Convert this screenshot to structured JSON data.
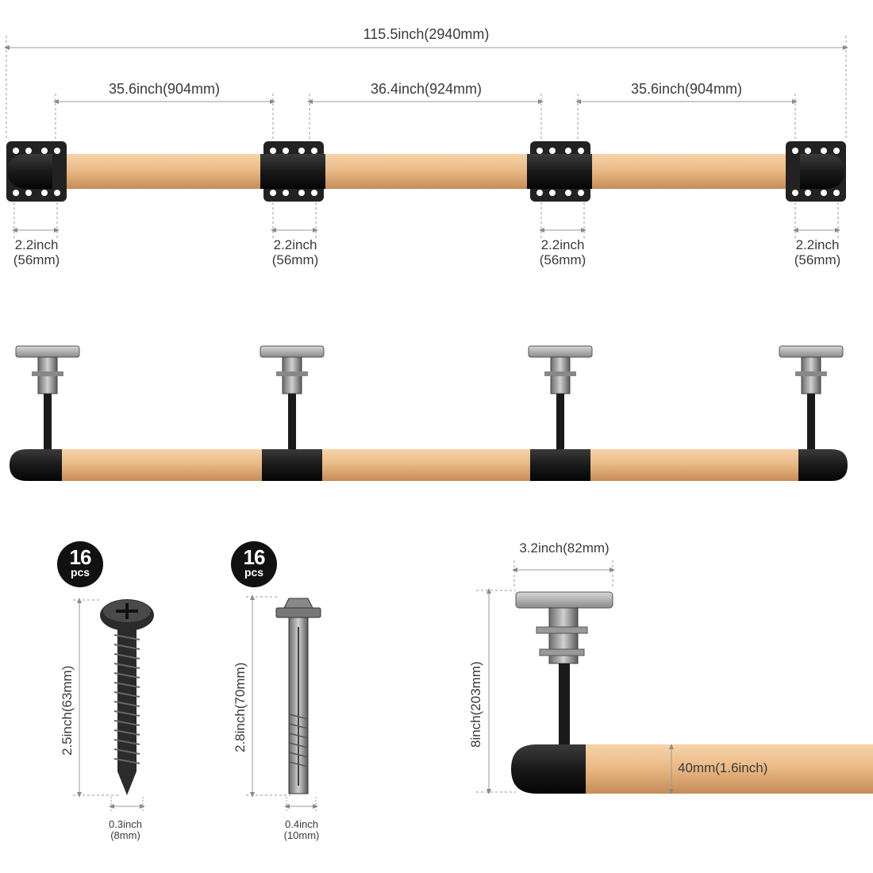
{
  "overall_length": "115.5inch(2940mm)",
  "spans": [
    {
      "label": "35.6inch(904mm)"
    },
    {
      "label": "36.4inch(924mm)"
    },
    {
      "label": "35.6inch(904mm)"
    }
  ],
  "bracket_widths": [
    {
      "inch": "2.2inch",
      "mm": "(56mm)"
    },
    {
      "inch": "2.2inch",
      "mm": "(56mm)"
    },
    {
      "inch": "2.2inch",
      "mm": "(56mm)"
    },
    {
      "inch": "2.2inch",
      "mm": "(56mm)"
    }
  ],
  "wood_screw": {
    "count": "16",
    "unit": "pcs",
    "length": "2.5inch(63mm)",
    "diameter_inch": "0.3inch",
    "diameter_mm": "(8mm)"
  },
  "anchor_bolt": {
    "count": "16",
    "unit": "pcs",
    "length": "2.8inch(70mm)",
    "diameter_inch": "0.4inch",
    "diameter_mm": "(10mm)"
  },
  "detail": {
    "plate_width": "3.2inch(82mm)",
    "height": "8inch(203mm)",
    "rail_diameter": "40mm(1.6inch)"
  },
  "colors": {
    "wood": "#e9b886",
    "wood_dark": "#c98f5a",
    "metal": "#1b1b1b",
    "dimension_line": "#9a9a9a",
    "text": "#3a3a3a"
  }
}
